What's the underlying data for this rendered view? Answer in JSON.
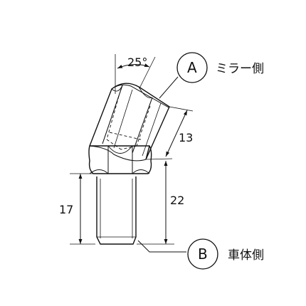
{
  "callouts": {
    "a": {
      "letter": "A",
      "label": "ミラー側"
    },
    "b": {
      "letter": "B",
      "label": "車体側"
    }
  },
  "dimensions": {
    "angle": "25°",
    "tilted_length": "13",
    "overall_height": "22",
    "thread_length": "17"
  },
  "colors": {
    "line": "#111111",
    "background": "#ffffff"
  }
}
